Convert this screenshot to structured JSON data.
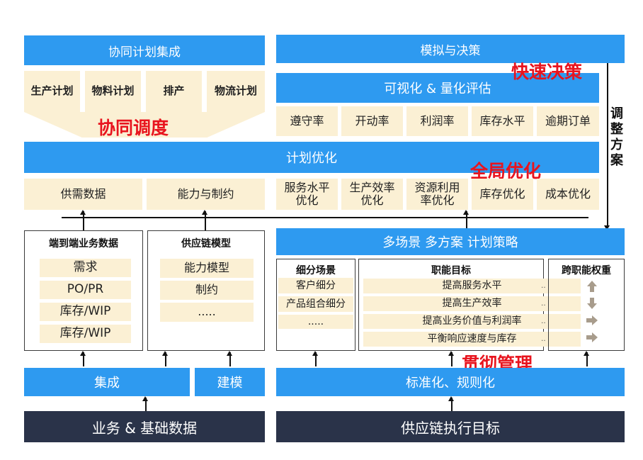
{
  "left_top": {
    "header": "协同计划集成",
    "plans": [
      "生产计划",
      "物料计划",
      "排产",
      "物流计划"
    ],
    "emphasis": "协同调度"
  },
  "right_top": {
    "header": "模拟与决策",
    "emphasis": "快速决策",
    "viz_header": "可视化 & 量化评估",
    "metrics": [
      "遵守率",
      "开动率",
      "利润率",
      "库存水平",
      "逾期订单"
    ],
    "side_label": [
      "调",
      "整",
      "方",
      "案"
    ]
  },
  "optimization": {
    "header": "计划优化",
    "emphasis": "全局优化",
    "left_items": [
      "供需数据",
      "能力与制约"
    ],
    "right_items": [
      {
        "l1": "服务水平",
        "l2": "优化"
      },
      {
        "l1": "生产效率",
        "l2": "优化"
      },
      {
        "l1": "资源利用",
        "l2": "率优化"
      },
      {
        "l1": "库存优化",
        "l2": ""
      },
      {
        "l1": "成本优化",
        "l2": ""
      }
    ]
  },
  "e2e_box": {
    "title": "端到端业务数据",
    "items": [
      "需求",
      "PO/PR",
      "库存/WIP",
      "库存/WIP"
    ]
  },
  "model_box": {
    "title": "供应链模型",
    "items": [
      "能力模型",
      "制约",
      "....."
    ]
  },
  "strategy": {
    "header": "多场景 多方案 计划策略",
    "segments": {
      "title": "细分场景",
      "items": [
        "客户细分",
        "产品组合细分",
        "....."
      ]
    },
    "goals": {
      "title": "职能目标",
      "items": [
        "提高服务水平",
        "提高生产效率",
        "提高业务价值与利润率",
        "平衡响应速度与库存"
      ]
    },
    "weights": {
      "title": "跨职能权重",
      "colors": {
        "up": "#A89C8C",
        "down": "#A89C8C",
        "right": "#A89C8C"
      }
    },
    "emphasis": "贯彻管理"
  },
  "bottom": {
    "integration": "集成",
    "modeling": "建模",
    "standardize": "标准化、规则化",
    "base_data": "业务 & 基础数据",
    "exec_target": "供应链执行目标"
  }
}
